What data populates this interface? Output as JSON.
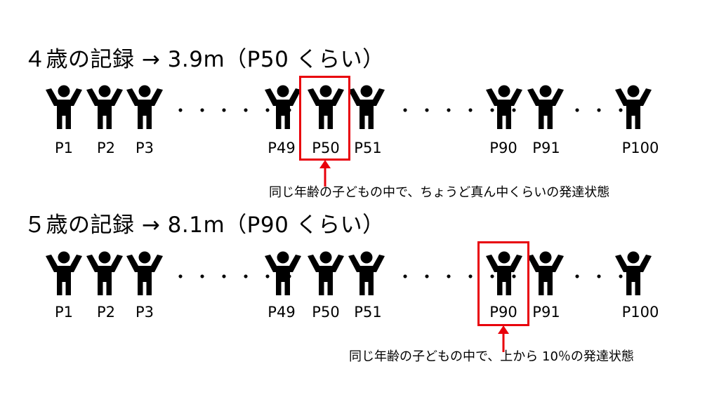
{
  "section4": {
    "title": "４歳の記録 → 3.9m（P50 くらい）",
    "labels": [
      "P1",
      "P2",
      "P3",
      "P49",
      "P50",
      "P51",
      "P90",
      "P91",
      "P100"
    ],
    "dots_a": "・・・・・・",
    "dots_b": "・・・・・・",
    "dots_c": "・・・",
    "note": "同じ年齢の子どもの中で、ちょうど真ん中くらいの発達状態"
  },
  "section5": {
    "title": "５歳の記録 → 8.1m（P90 くらい）",
    "labels": [
      "P1",
      "P2",
      "P3",
      "P49",
      "P50",
      "P51",
      "P90",
      "P91",
      "P100"
    ],
    "dots_a": "・・・・・・",
    "dots_b": "・・・・・・",
    "dots_c": "・・・",
    "note": "同じ年齢の子どもの中で、上から 10％の発達状態"
  },
  "colors": {
    "highlight": "#e8000b",
    "figure": "#000000"
  },
  "icons": {
    "person": "person-arms-up-icon",
    "arrow": "arrow-up-icon"
  }
}
